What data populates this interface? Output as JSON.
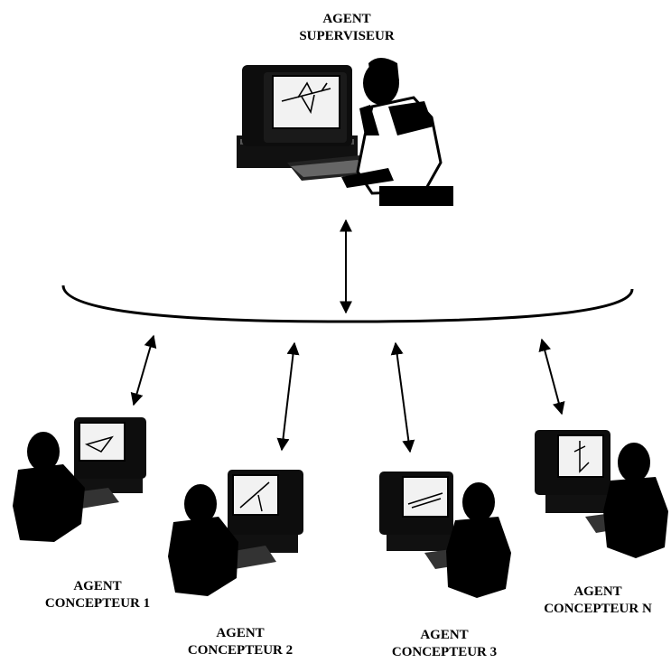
{
  "supervisor": {
    "line1": "AGENT",
    "line2": "SUPERVISEUR",
    "screen_icon": "airplane-icon"
  },
  "designers": [
    {
      "line1": "AGENT",
      "line2": "CONCEPTEUR 1",
      "screen_icon": "wing-shape-icon"
    },
    {
      "line1": "AGENT",
      "line2": "CONCEPTEUR 2",
      "screen_icon": "wing-edge-icon"
    },
    {
      "line1": "AGENT",
      "line2": "CONCEPTEUR 3",
      "screen_icon": "fuselage-icon"
    },
    {
      "line1": "AGENT",
      "line2": "CONCEPTEUR N",
      "screen_icon": "tail-fin-icon"
    }
  ],
  "links": {
    "type": "bidirectional-arrow",
    "bus": "curved-network-line"
  },
  "colors": {
    "ink": "#000000",
    "paper": "#ffffff",
    "screen": "#f2f2f2"
  }
}
